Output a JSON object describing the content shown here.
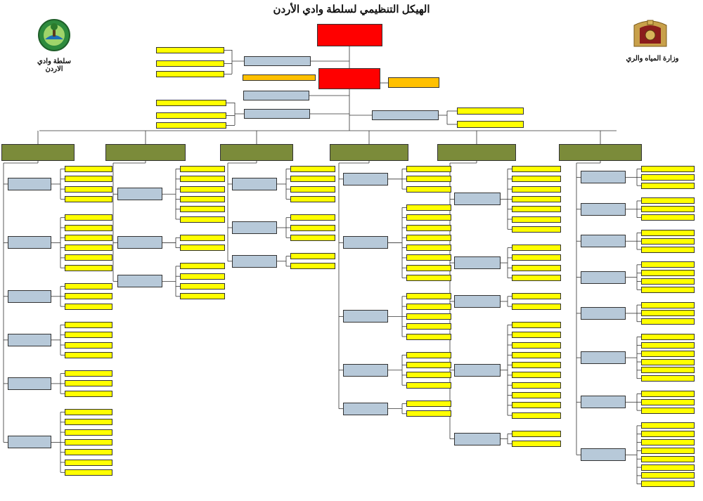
{
  "title": "الهيكل التنظيمي لسلطة وادي الأردن",
  "logos": {
    "left_label": "سلطة وادي الاردن",
    "right_label": "وزارة المياه والري"
  },
  "colors": {
    "top": "#ff0000",
    "department": "#7b8b3a",
    "directorate": "#b7c9d9",
    "section": "#ffff00",
    "advisors": "#ffc000",
    "lines": "#333333"
  },
  "leadership": {
    "minister": "",
    "secretary_general": "",
    "secretary_advisors": "",
    "audit_unit": "",
    "audit_sections": [
      "",
      "",
      ""
    ],
    "coord_note": "",
    "office_director": "",
    "investment_unit": "",
    "investment_sections": [
      "",
      "",
      ""
    ],
    "legal_affairs": "",
    "legal_sections": [
      "",
      ""
    ]
  },
  "departments": [
    {
      "title": "",
      "directorates": [
        {
          "title": "",
          "sections": [
            "",
            "",
            "",
            ""
          ]
        },
        {
          "title": "",
          "sections": [
            "",
            "",
            "",
            "",
            "",
            ""
          ]
        },
        {
          "title": "",
          "sections": [
            "",
            "",
            ""
          ]
        },
        {
          "title": "",
          "sections": [
            "",
            "",
            "",
            ""
          ]
        },
        {
          "title": "",
          "sections": [
            "",
            "",
            ""
          ]
        },
        {
          "title": "",
          "sections": [
            "",
            "",
            "",
            "",
            "",
            "",
            ""
          ]
        }
      ]
    },
    {
      "title": "",
      "directorates": [
        {
          "title": "",
          "sections": [
            "",
            "",
            "",
            "",
            "",
            ""
          ]
        },
        {
          "title": "",
          "sections": [
            "",
            ""
          ]
        },
        {
          "title": "",
          "sections": [
            "",
            "",
            "",
            ""
          ]
        }
      ]
    },
    {
      "title": "",
      "directorates": [
        {
          "title": "",
          "sections": [
            "",
            "",
            "",
            ""
          ]
        },
        {
          "title": "",
          "sections": [
            "",
            "",
            ""
          ]
        },
        {
          "title": "",
          "sections": [
            "",
            ""
          ]
        }
      ]
    },
    {
      "title": "",
      "directorates": [
        {
          "title": "",
          "sections": [
            "",
            "",
            ""
          ]
        },
        {
          "title": "",
          "sections": [
            "",
            "",
            "",
            "",
            "",
            "",
            "",
            ""
          ]
        },
        {
          "title": "",
          "sections": [
            "",
            "",
            "",
            "",
            ""
          ]
        },
        {
          "title": "",
          "sections": [
            "",
            "",
            "",
            ""
          ]
        },
        {
          "title": "",
          "sections": [
            "",
            ""
          ]
        }
      ]
    },
    {
      "title": "",
      "directorates": [
        {
          "title": "",
          "sections": [
            "",
            "",
            "",
            "",
            "",
            "",
            ""
          ]
        },
        {
          "title": "",
          "sections": [
            "",
            "",
            "",
            ""
          ]
        },
        {
          "title": "",
          "sections": [
            "",
            ""
          ]
        },
        {
          "title": "",
          "sections": [
            "",
            "",
            "",
            "",
            "",
            "",
            "",
            "",
            "",
            ""
          ]
        },
        {
          "title": "",
          "sections": [
            "",
            ""
          ]
        }
      ]
    },
    {
      "title": "",
      "directorates": [
        {
          "title": "",
          "sections": [
            "",
            "",
            ""
          ]
        },
        {
          "title": "",
          "sections": [
            "",
            "",
            ""
          ]
        },
        {
          "title": "",
          "sections": [
            "",
            "",
            ""
          ]
        },
        {
          "title": "",
          "sections": [
            "",
            "",
            "",
            ""
          ]
        },
        {
          "title": "",
          "sections": [
            "",
            "",
            ""
          ]
        },
        {
          "title": "",
          "sections": [
            "",
            "",
            "",
            "",
            "",
            ""
          ]
        },
        {
          "title": "",
          "sections": [
            "",
            "",
            ""
          ]
        },
        {
          "title": "",
          "sections": [
            "",
            "",
            "",
            "",
            "",
            "",
            "",
            ""
          ]
        }
      ]
    }
  ]
}
